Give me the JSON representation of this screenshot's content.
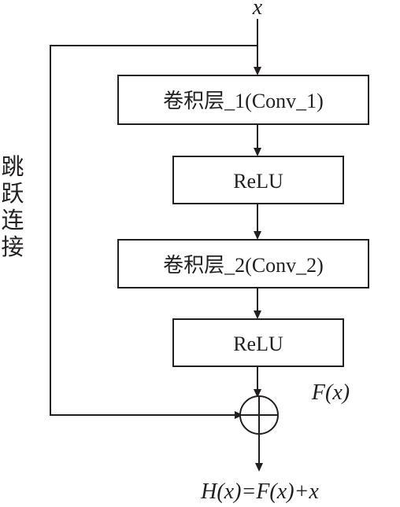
{
  "input_label": "x",
  "blocks": [
    {
      "label": "卷积层_1(Conv_1)"
    },
    {
      "label": "ReLU"
    },
    {
      "label": "卷积层_2(Conv_2)"
    },
    {
      "label": "ReLU"
    }
  ],
  "skip_label_chars": [
    "跳",
    "跃",
    "连",
    "接"
  ],
  "residual_label": "F(x)",
  "output_label": "H(x)=F(x)+x",
  "add_symbol": "⊕"
}
